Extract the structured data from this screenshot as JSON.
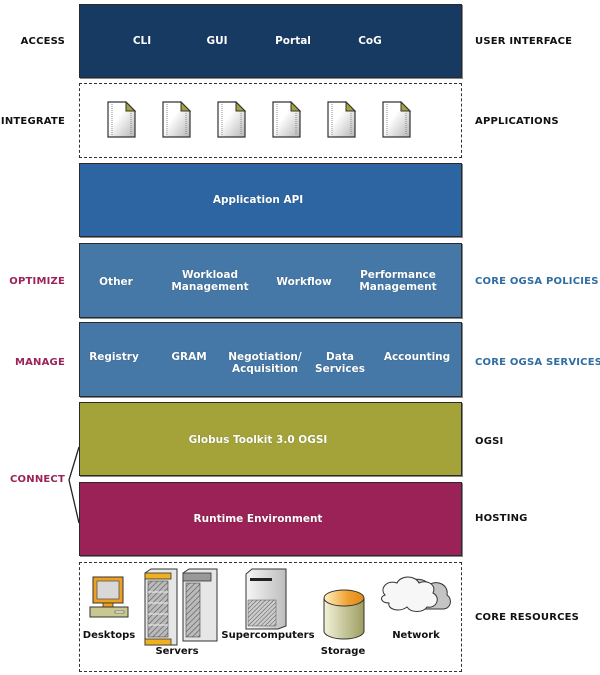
{
  "colors": {
    "access": "#173a63",
    "api": "#2c65a1",
    "core_ogsa": "#4578a7",
    "ogsi": "#a3a33a",
    "hosting": "#9a2256",
    "label_magenta": "#9b2357",
    "label_blue": "#2f6da3"
  },
  "left_labels": {
    "access": "ACCESS",
    "integrate": "INTEGRATE",
    "optimize": "OPTIMIZE",
    "manage": "MANAGE",
    "connect": "CONNECT"
  },
  "right_labels": {
    "user_interface": "USER INTERFACE",
    "applications": "APPLICATIONS",
    "core_ogsa_policies": "CORE OGSA POLICIES",
    "core_ogsa_services": "CORE OGSA SERVICES",
    "ogsi": "OGSI",
    "hosting": "HOSTING",
    "core_resources": "CORE RESOURCES"
  },
  "layers": {
    "access": {
      "items": [
        "CLI",
        "GUI",
        "Portal",
        "CoG"
      ]
    },
    "integrate": {
      "document_count": 6,
      "icon": "document-icon"
    },
    "api": {
      "title": "Application API"
    },
    "policies": {
      "items": [
        "Other",
        "Workload\nManagement",
        "Workflow",
        "Performance\nManagement"
      ]
    },
    "services": {
      "items": [
        "Registry",
        "GRAM",
        "Negotiation/\nAcquisition",
        "Data\nServices",
        "Accounting"
      ]
    },
    "ogsi": {
      "title": "Globus Toolkit 3.0 OGSI"
    },
    "hosting": {
      "title": "Runtime Environment"
    },
    "resources": {
      "items": [
        {
          "label": "Desktops",
          "icon": "desktop-icon"
        },
        {
          "label": "Servers",
          "icon": "server-rack-icon"
        },
        {
          "label": "Supercomputers",
          "icon": "supercomputer-icon"
        },
        {
          "label": "Storage",
          "icon": "storage-cylinder-icon"
        },
        {
          "label": "Network",
          "icon": "cloud-network-icon"
        }
      ]
    }
  }
}
